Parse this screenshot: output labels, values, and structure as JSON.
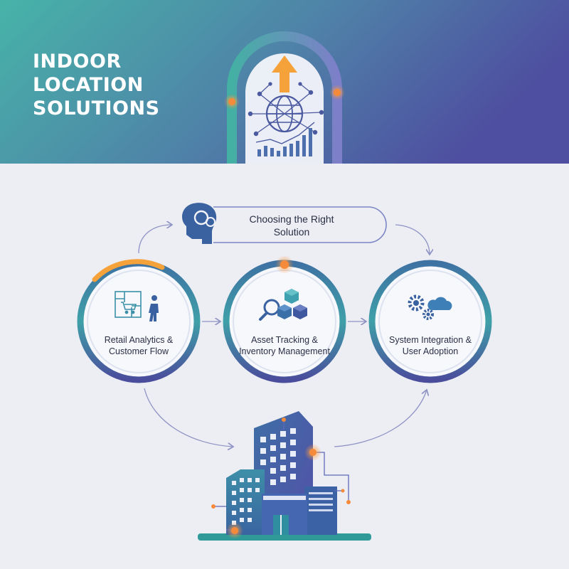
{
  "header": {
    "title": "INDOOR LOCATION SOLUTIONS",
    "gradient_start": "#47b3a8",
    "gradient_end": "#4e4fa0"
  },
  "decision": {
    "label": "Choosing the Right Solution",
    "icon": "head-gears-icon"
  },
  "stages": [
    {
      "label": "Retail Analytics & Customer Flow",
      "icon": "store-shopper-icon"
    },
    {
      "label": "Asset Tracking & Inventory Management",
      "icon": "magnifier-boxes-icon"
    },
    {
      "label": "System Integration & User Adoption",
      "icon": "gears-cloud-icon"
    }
  ],
  "building": {
    "icon": "office-building-icon"
  },
  "colors": {
    "teal": "#3fa5a8",
    "indigo": "#4a4d9c",
    "accent_orange": "#f5a23a",
    "background": "#eceef4"
  }
}
